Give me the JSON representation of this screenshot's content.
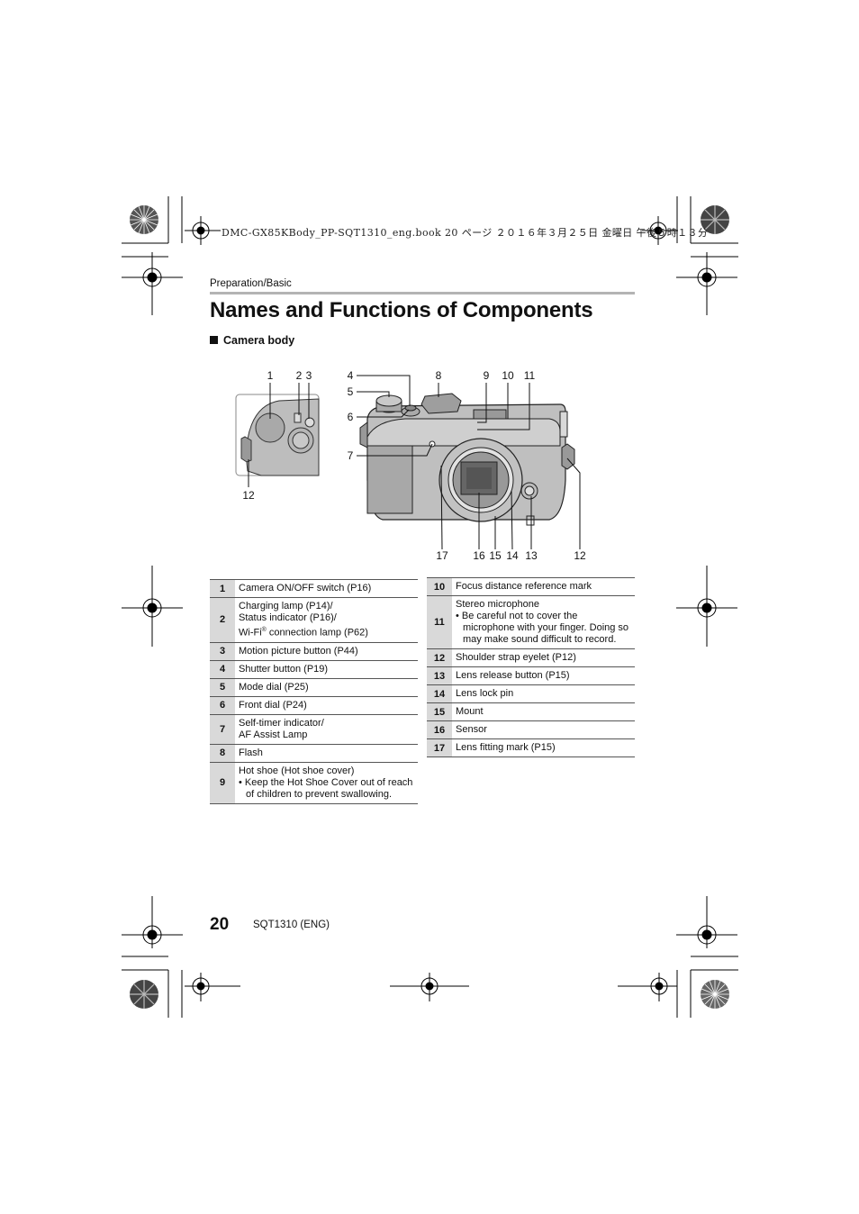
{
  "print_header": "DMC-GX85KBody_PP-SQT1310_eng.book 20 ページ ２０１６年３月２５日 金曜日 午後５時１３分",
  "section": "Preparation/Basic",
  "title": "Names and Functions of Components",
  "subheading": "Camera body",
  "diagram_labels": {
    "l1": "1",
    "l2": "2",
    "l3": "3",
    "l4": "4",
    "l5": "5",
    "l6": "6",
    "l7": "7",
    "l8": "8",
    "l9": "9",
    "l10": "10",
    "l11": "11",
    "l12a": "12",
    "l12b": "12",
    "l13": "13",
    "l14": "14",
    "l15": "15",
    "l16": "16",
    "l17": "17"
  },
  "left_table": [
    {
      "num": "1",
      "text": "Camera ON/OFF switch (P16)"
    },
    {
      "num": "2",
      "lines": [
        "Charging lamp (P14)/",
        "Status indicator (P16)/"
      ],
      "wifi": "Wi-Fi",
      "reg": "®",
      "wifi_rest": " connection lamp (P62)"
    },
    {
      "num": "3",
      "text": "Motion picture button (P44)"
    },
    {
      "num": "4",
      "text": "Shutter button (P19)"
    },
    {
      "num": "5",
      "text": "Mode dial (P25)"
    },
    {
      "num": "6",
      "text": "Front dial (P24)"
    },
    {
      "num": "7",
      "lines": [
        "Self-timer indicator/",
        "AF Assist Lamp"
      ]
    },
    {
      "num": "8",
      "text": "Flash"
    },
    {
      "num": "9",
      "text": "Hot shoe (Hot shoe cover)",
      "bullet": "Keep the Hot Shoe Cover out of reach of children to prevent swallowing."
    }
  ],
  "right_table": [
    {
      "num": "10",
      "text": "Focus distance reference mark"
    },
    {
      "num": "11",
      "text": "Stereo microphone",
      "bullet": "Be careful not to cover the microphone with your finger. Doing so may make sound difficult to record."
    },
    {
      "num": "12",
      "text": "Shoulder strap eyelet (P12)"
    },
    {
      "num": "13",
      "text": "Lens release button (P15)"
    },
    {
      "num": "14",
      "text": "Lens lock pin"
    },
    {
      "num": "15",
      "text": "Mount"
    },
    {
      "num": "16",
      "text": "Sensor"
    },
    {
      "num": "17",
      "text": "Lens fitting mark (P15)"
    }
  ],
  "page_number": "20",
  "doc_code": "SQT1310 (ENG)"
}
